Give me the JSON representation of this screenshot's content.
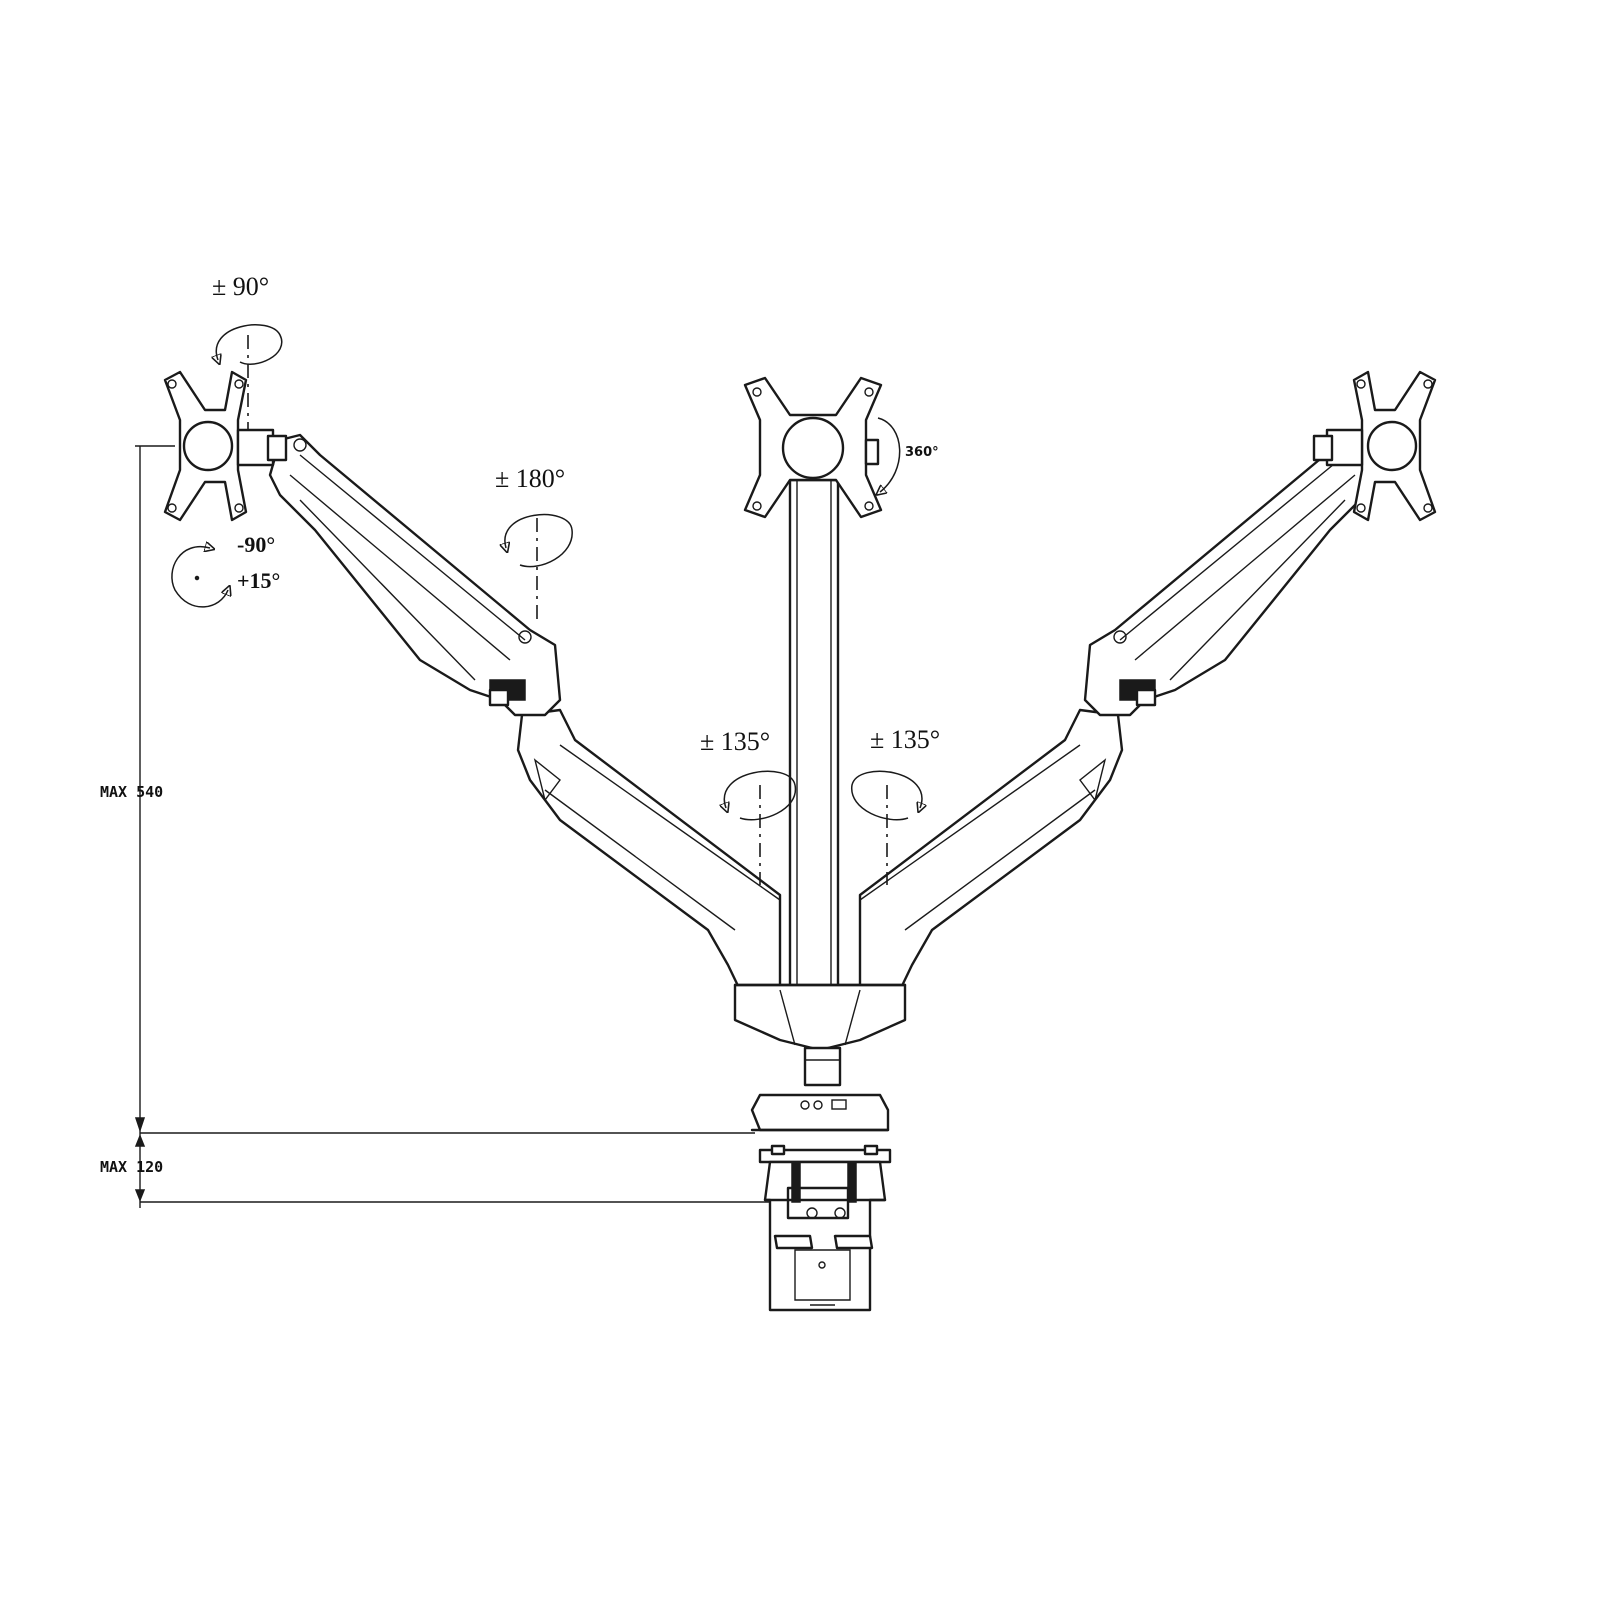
{
  "annotations": {
    "tilt_left_vesa": "± 90°",
    "tilt_down": "-90°",
    "tilt_up": "+15°",
    "left_upper_arm_swivel": "± 180°",
    "center_vesa_rotation": "360°",
    "left_lower_arm_swivel": "± 135°",
    "right_lower_arm_swivel": "± 135°"
  },
  "dimensions": {
    "max_height": "MAX 540",
    "max_clamp": "MAX 120"
  },
  "colors": {
    "line": "#1a1a1a",
    "background": "#ffffff"
  }
}
